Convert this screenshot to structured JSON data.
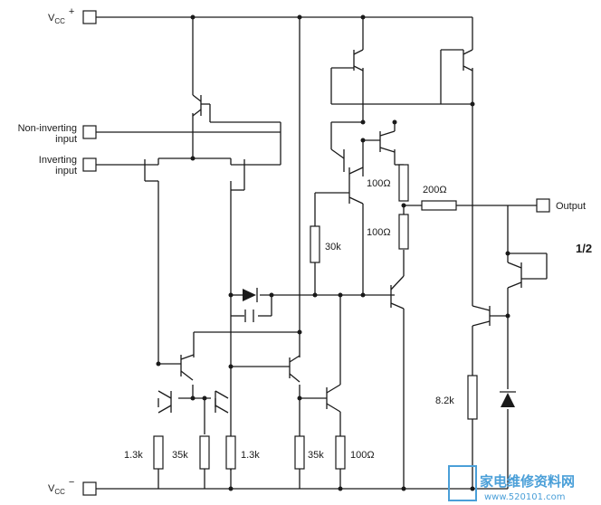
{
  "title": "1/2",
  "terminals": {
    "vcc_plus": {
      "base": "V",
      "sub": "CC",
      "sup": "+"
    },
    "vcc_minus": {
      "base": "V",
      "sub": "CC",
      "sup": "−"
    },
    "non_inverting": {
      "line1": "Non-inverting",
      "line2": "input"
    },
    "inverting": {
      "line1": "Inverting",
      "line2": "input"
    },
    "output": "Output"
  },
  "resistors": {
    "r_100a": "100Ω",
    "r_200": "200Ω",
    "r_100b": "100Ω",
    "r_30k": "30k",
    "r_8k2": "8.2k",
    "r_1k3a": "1.3k",
    "r_35ka": "35k",
    "r_1k3b": "1.3k",
    "r_35kb": "35k",
    "r_100c": "100Ω"
  },
  "watermark": {
    "main": "家电维修资料网",
    "sub": "www.520101.com"
  },
  "colors": {
    "line": "#1a1a1a",
    "watermark": "#4a9fd8"
  }
}
